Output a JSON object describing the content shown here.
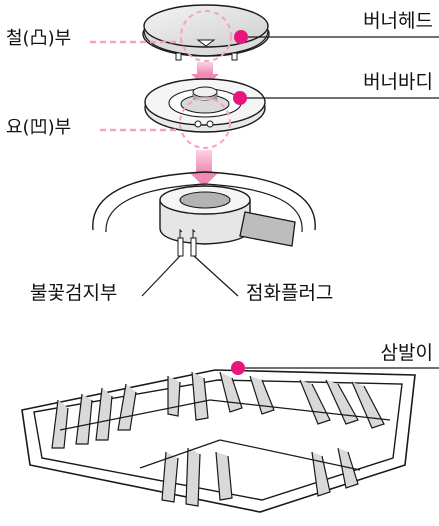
{
  "labels": {
    "burner_head": "버너헤드",
    "convex_part": "철(凸)부",
    "burner_body": "버너바디",
    "concave_part": "요(凹)부",
    "flame_detector": "불꽃검지부",
    "ignition_plug": "점화플러그",
    "trivet": "삼발이"
  },
  "colors": {
    "accent_magenta": "#e5177d",
    "arrow_pink": "#f2a3c4",
    "line": "#1a1a1a",
    "fill_grey": "#e6e6e6",
    "fill_dark_grey": "#b3b3b3"
  }
}
